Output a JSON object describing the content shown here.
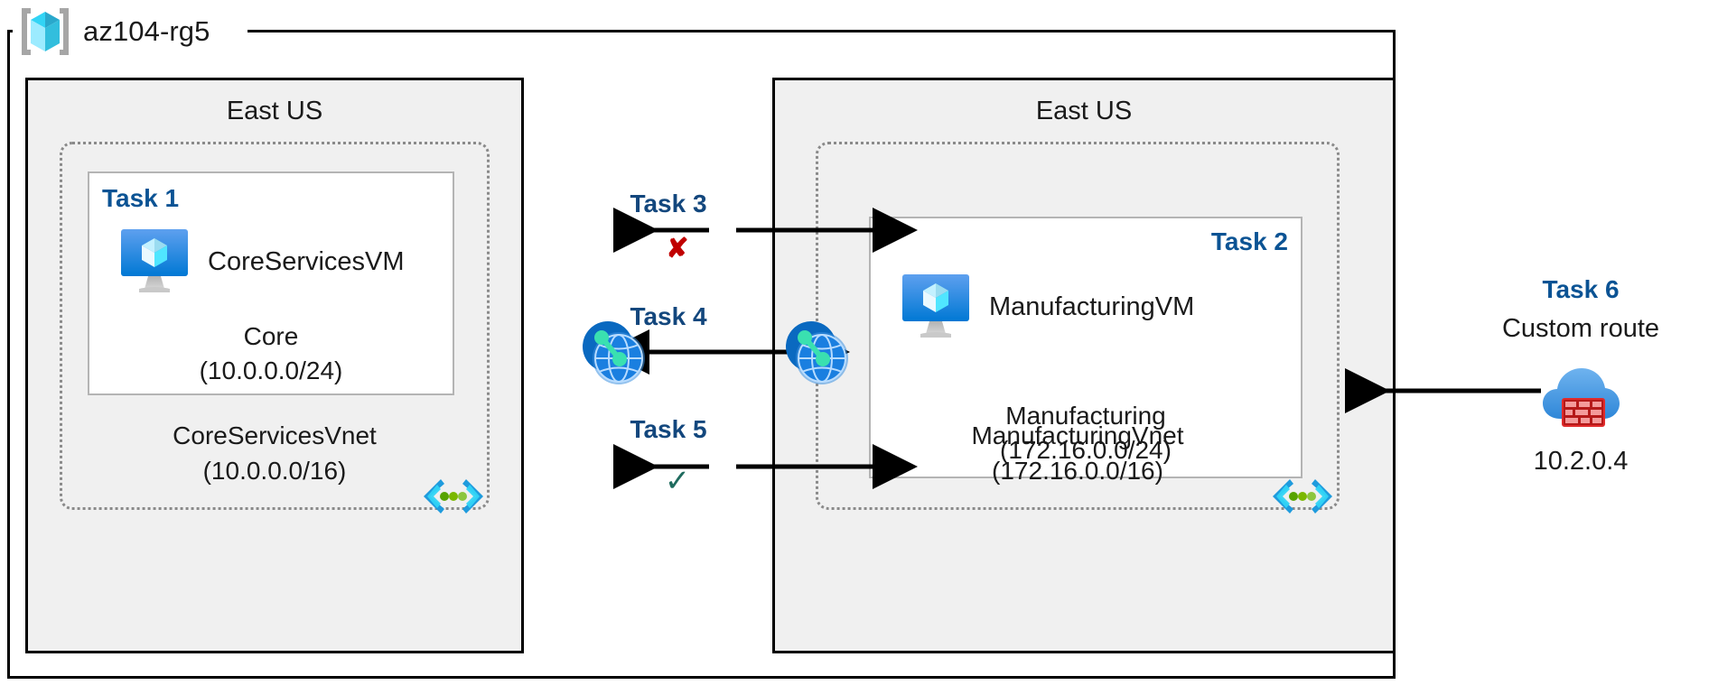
{
  "resource_group": {
    "name": "az104-rg5",
    "icon": "azure-resource-group-cube-icon"
  },
  "regions": [
    {
      "id": "left",
      "label": "East US"
    },
    {
      "id": "right",
      "label": "East US"
    }
  ],
  "vnets": [
    {
      "id": "core",
      "name": "CoreServicesVnet",
      "cidr": "(10.0.0.0/16)",
      "subnet_glyph": "subnet-brackets-icon",
      "subnet": {
        "task_label": "Task 1",
        "task_align": "left",
        "vm": {
          "name": "CoreServicesVM",
          "icon": "virtual-machine-icon"
        },
        "name": "Core",
        "cidr": "(10.0.0.0/24)"
      }
    },
    {
      "id": "manufacturing",
      "name": "ManufacturingVnet",
      "cidr": "(172.16.0.0/16)",
      "subnet_glyph": "subnet-brackets-icon",
      "subnet": {
        "task_label": "Task 2",
        "task_align": "right",
        "vm": {
          "name": "ManufacturingVM",
          "icon": "virtual-machine-icon"
        },
        "name": "Manufacturing",
        "cidr": "(172.16.0.0/24)"
      }
    }
  ],
  "peering_icons": [
    {
      "id": "left-peering",
      "name": "vnet-peering-icon"
    },
    {
      "id": "right-peering",
      "name": "vnet-peering-icon"
    }
  ],
  "connections": [
    {
      "id": "task3",
      "label": "Task 3",
      "symbol": "✘",
      "symbol_kind": "cross",
      "style": "split"
    },
    {
      "id": "task4",
      "label": "Task 4",
      "symbol": "",
      "symbol_kind": "none",
      "style": "double"
    },
    {
      "id": "task5",
      "label": "Task 5",
      "symbol": "✓",
      "symbol_kind": "check",
      "style": "split"
    }
  ],
  "custom_route": {
    "task_label": "Task 6",
    "title": "Custom route",
    "address": "10.2.0.4",
    "icon": "firewall-cloud-icon"
  },
  "colors": {
    "task_blue": "#0b5394",
    "task_blue_dark": "#13477d",
    "cross_red": "#c00000",
    "check_green": "#1f6b5e",
    "region_fill": "#f0f0f0",
    "vnet_border": "#8a8a8a",
    "subnet_border": "#b4b4b4",
    "azure_blue": "#0078d4",
    "cube_cyan": "#50e6ff"
  }
}
